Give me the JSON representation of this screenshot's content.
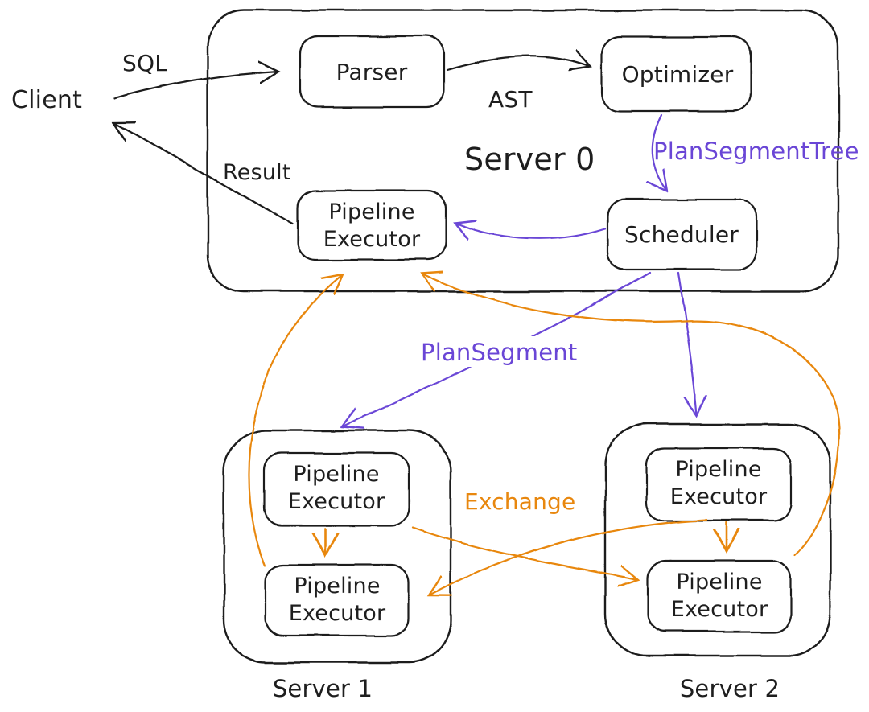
{
  "diagram": {
    "labels": {
      "client": "Client",
      "server0": "Server 0",
      "server1": "Server 1",
      "server2": "Server 2"
    },
    "nodes": {
      "parser": "Parser",
      "optimizer": "Optimizer",
      "scheduler": "Scheduler",
      "pipeline_executor": [
        "Pipeline",
        "Executor"
      ]
    },
    "edges": {
      "sql": "SQL",
      "ast": "AST",
      "result": "Result",
      "plan_segment_tree": "PlanSegmentTree",
      "plan_segment": "PlanSegment",
      "exchange": "Exchange"
    },
    "colors": {
      "ink": "#1e1e1e",
      "violet": "#6a46d6",
      "orange": "#e8870e",
      "background": "#ffffff"
    }
  }
}
